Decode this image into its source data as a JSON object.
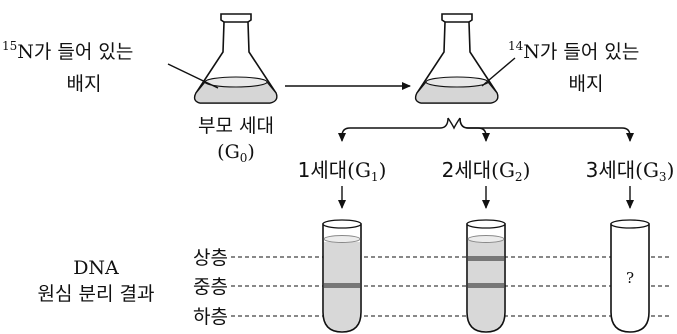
{
  "flask_left": {
    "isotope_mass": "15",
    "line1_rest": "N가 들어 있는",
    "line2": "배지"
  },
  "flask_right": {
    "isotope_mass": "14",
    "line1_rest": "N가 들어 있는",
    "line2": "배지"
  },
  "parent_generation": {
    "label": "부모 세대",
    "code": "(G",
    "sub": "0",
    "close": ")"
  },
  "generations": [
    {
      "label": "1세대",
      "code": "(G",
      "sub": "1",
      "close": ")"
    },
    {
      "label": "2세대",
      "code": "(G",
      "sub": "2",
      "close": ")"
    },
    {
      "label": "3세대",
      "code": "(G",
      "sub": "3",
      "close": ")"
    }
  ],
  "result": {
    "line1": "DNA",
    "line2": "원심 분리 결과"
  },
  "layers": {
    "top": "상층",
    "middle": "중층",
    "bottom": "하층"
  },
  "unknown_mark": "?",
  "colors": {
    "medium": "#d6d6d6",
    "band": "#777777",
    "line": "#111111"
  }
}
